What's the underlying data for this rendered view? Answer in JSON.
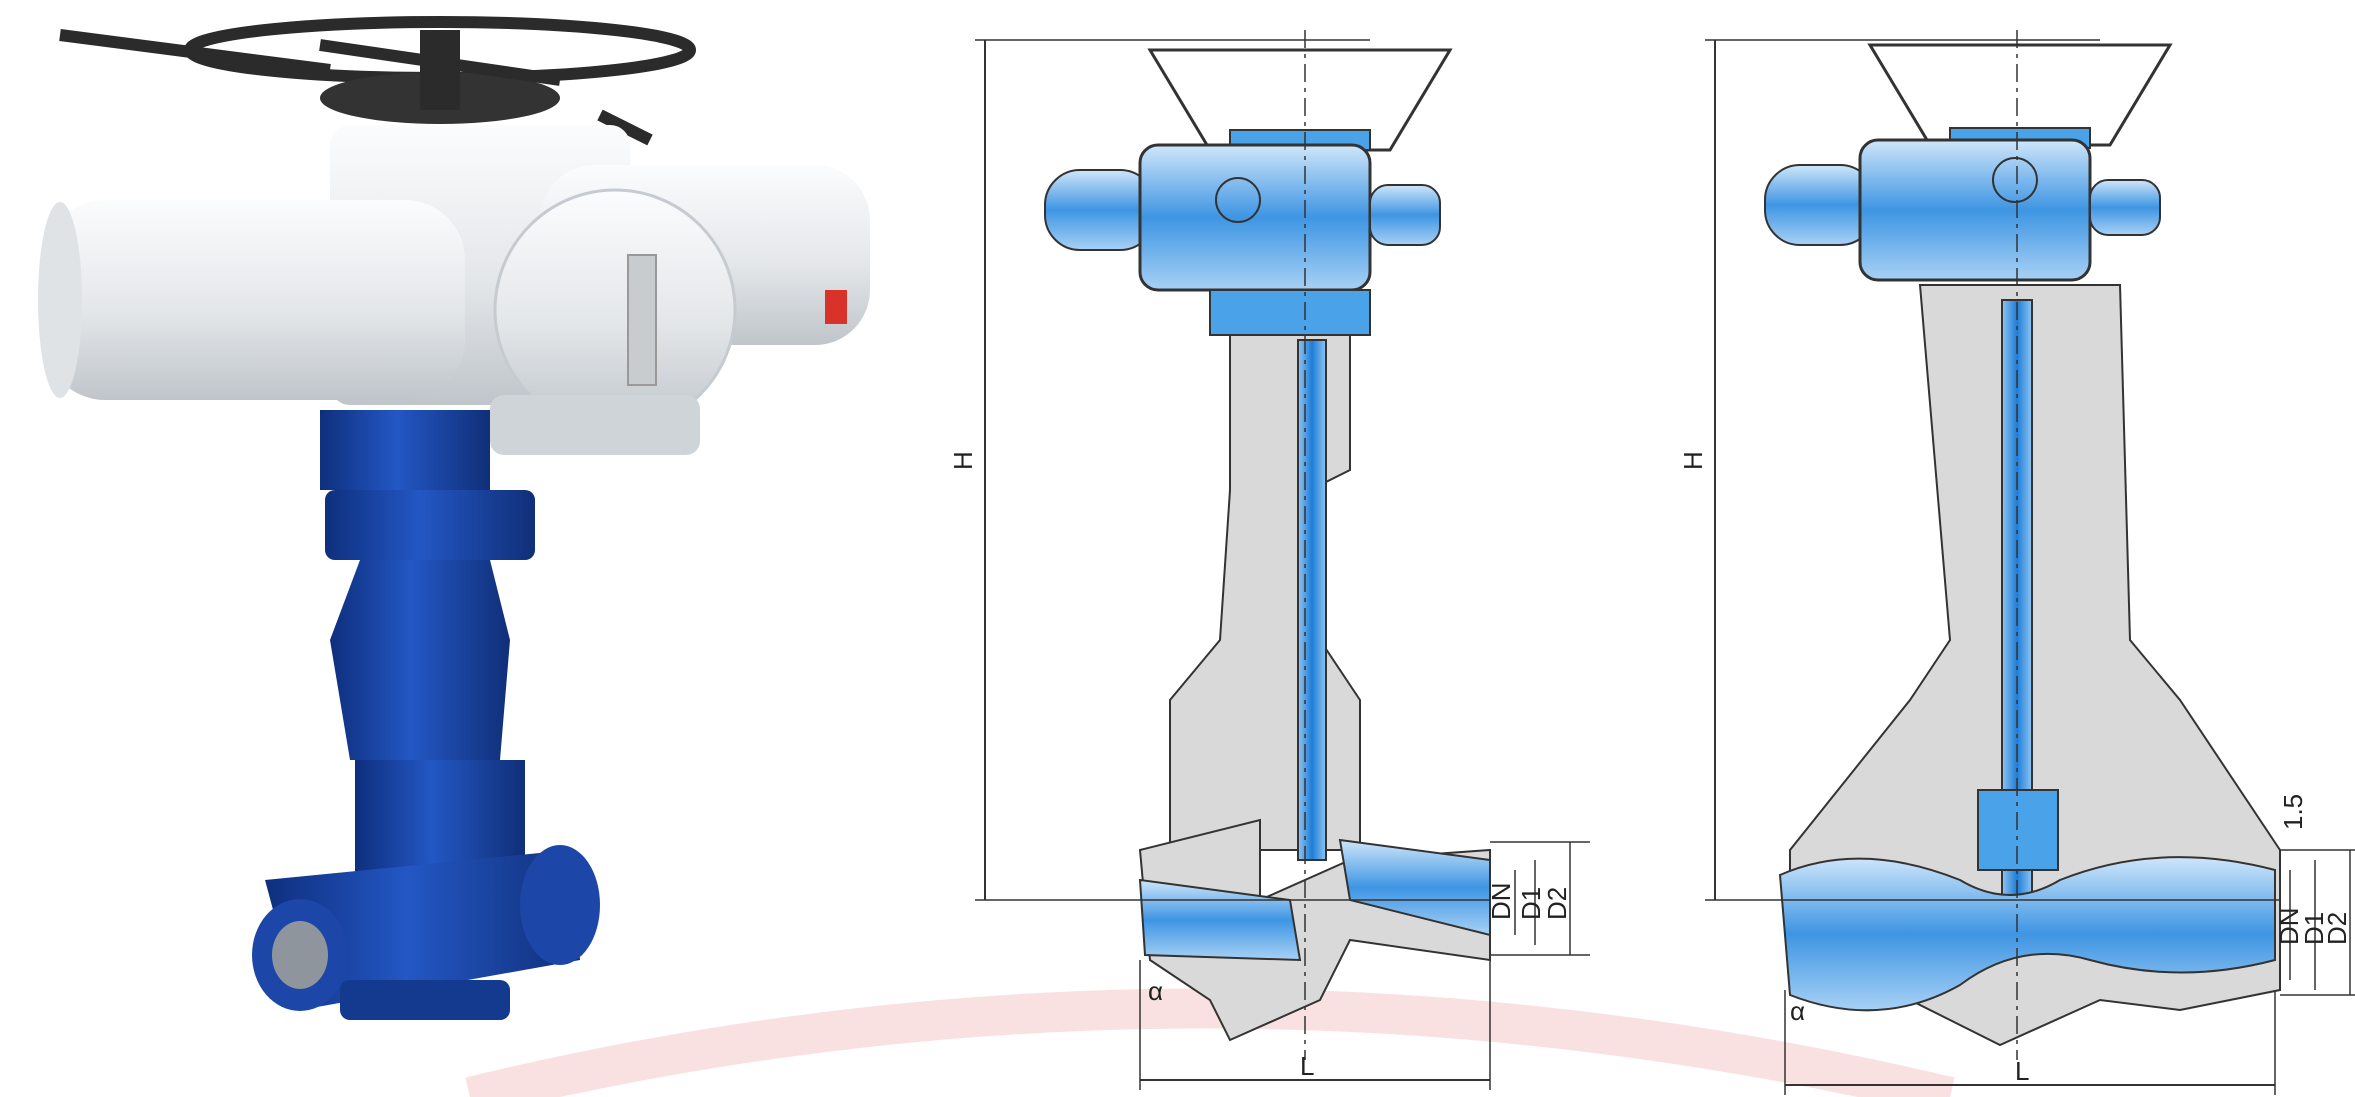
{
  "watermark": {
    "color": "#f3b6b6"
  },
  "photo": {
    "subject": "electric-actuated-globe-valve-photo",
    "colors": {
      "actuator": "#e9ecee",
      "body": "#1c47a8",
      "handwheel": "#2b2b2b",
      "accent": "#d8322a"
    }
  },
  "drawing_left": {
    "dims": {
      "height": "H",
      "length": "L",
      "bevel_angle": "α",
      "dn": "DN",
      "d1": "D1",
      "d2": "D2"
    }
  },
  "drawing_right": {
    "dims": {
      "height": "H",
      "length": "L",
      "bevel_angle": "α",
      "dn": "DN",
      "d1": "D1",
      "d2": "D2",
      "offset": "1.5"
    }
  },
  "colors": {
    "body_fill": "#d9d9d9",
    "actuator_blue": "#4aa3e8",
    "line": "#333333"
  }
}
